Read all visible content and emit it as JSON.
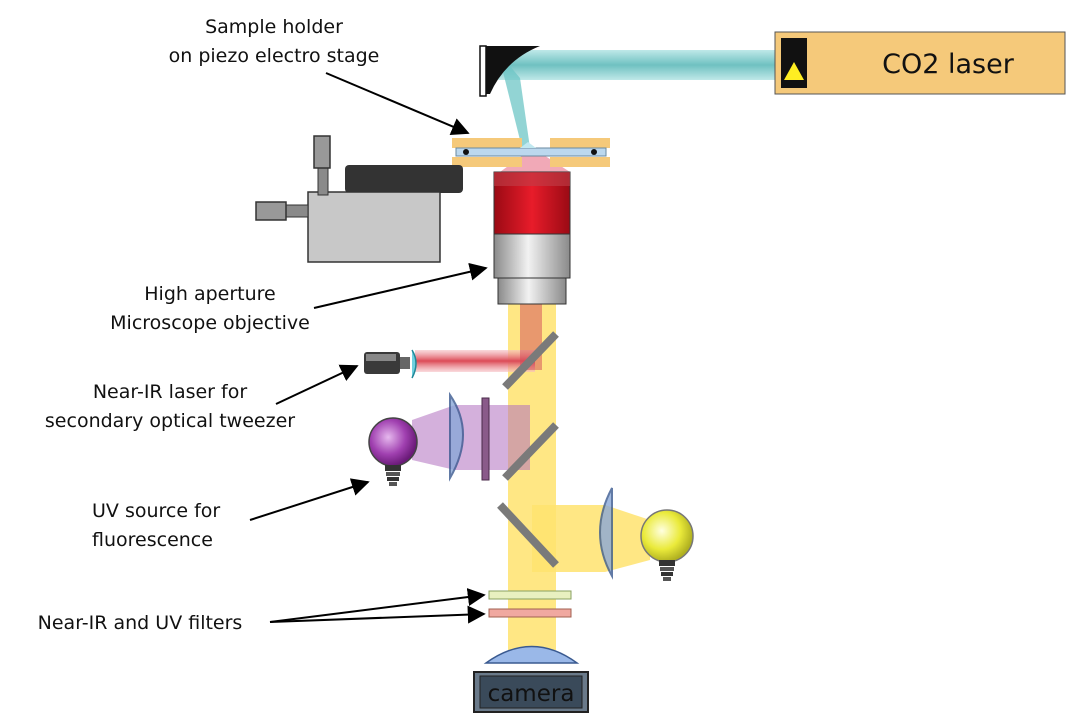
{
  "diagram": {
    "components": {
      "co2_laser": "CO2 laser",
      "camera": "camera"
    },
    "annotations": {
      "sample_holder": [
        "Sample holder",
        "on piezo electro stage"
      ],
      "objective": [
        "High aperture",
        "Microscope objective"
      ],
      "nir_laser": [
        "Near-IR laser for",
        "secondary optical tweezer"
      ],
      "uv_source": [
        "UV source for",
        "fluorescence"
      ],
      "filters": "Near-IR and UV filters"
    },
    "colors": {
      "co2_beam": "#6ec6c6",
      "imaging_beam": "#ffe36e",
      "nir_beam": "#e0606a",
      "uv_light": "#b070c0",
      "laser_box": "#f5c97a",
      "objective_red": "#d01020",
      "camera_body": "#3a4a5a"
    }
  }
}
